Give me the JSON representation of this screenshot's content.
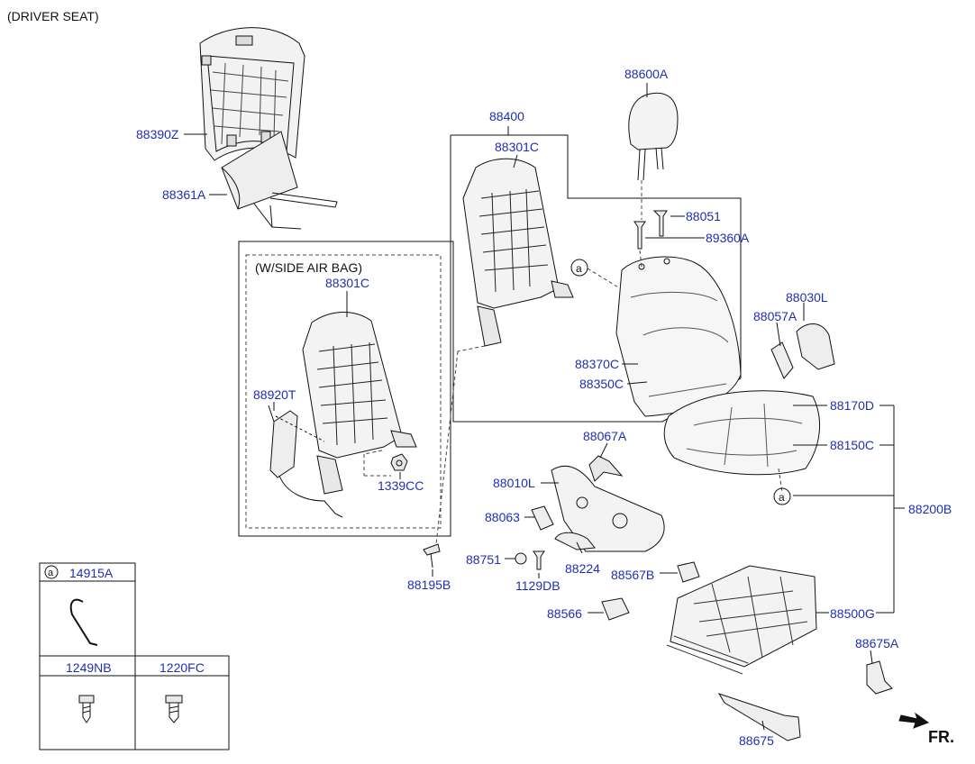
{
  "header": {
    "title": "(DRIVER SEAT)"
  },
  "variant_box": {
    "caption": "(W/SIDE AIR BAG)"
  },
  "direction": {
    "label": "FR."
  },
  "ref_marker": "a",
  "legend": {
    "ref_letter": "a",
    "cells": [
      {
        "part": "14915A",
        "icon": "wire-clip-icon"
      },
      {
        "part": "1249NB",
        "icon": "screw-icon"
      },
      {
        "part": "1220FC",
        "icon": "screw-icon"
      }
    ]
  },
  "parts": {
    "p88390Z": "88390Z",
    "p88361A": "88361A",
    "p88400": "88400",
    "p88301C_main": "88301C",
    "p88301C_airbag": "88301C",
    "p88920T": "88920T",
    "p1339CC": "1339CC",
    "p88600A": "88600A",
    "p88051": "88051",
    "p89360A": "89360A",
    "p88030L": "88030L",
    "p88057A": "88057A",
    "p88370C": "88370C",
    "p88350C": "88350C",
    "p88170D": "88170D",
    "p88150C": "88150C",
    "p88200B": "88200B",
    "p88067A": "88067A",
    "p88010L": "88010L",
    "p88063": "88063",
    "p88751": "88751",
    "p88224": "88224",
    "p1129DB": "1129DB",
    "p88195B": "88195B",
    "p88567B": "88567B",
    "p88566": "88566",
    "p88500G": "88500G",
    "p88675A": "88675A",
    "p88675": "88675"
  },
  "colors": {
    "label": "#1f2fb4",
    "line": "#111111",
    "part_fill": "#e9e9e9"
  }
}
